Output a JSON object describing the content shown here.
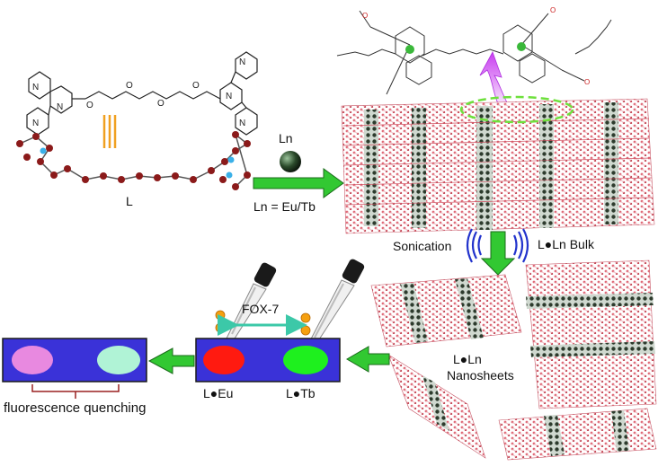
{
  "ligand": {
    "label": "L"
  },
  "metal": {
    "symbol": "Ln",
    "note": "Ln = Eu/Tb"
  },
  "bulk": {
    "label": "L●Ln Bulk"
  },
  "sonication": {
    "label": "Sonication"
  },
  "nanosheets": {
    "line1": "L●Ln",
    "line2": "Nanosheets"
  },
  "analyte": {
    "label": "FOX-7"
  },
  "strip": {
    "left_label": "L●Eu",
    "right_label": "L●Tb"
  },
  "result": {
    "label": "fluorescence quenching"
  },
  "colors": {
    "strip_fill": "#3a32d8",
    "eu_spot": "#ff1a10",
    "tb_spot": "#1ef01e",
    "quenched_eu": "#e889e0",
    "quenched_tb": "#b0f3d6",
    "arrow_green": "#32c832",
    "sheet_pink": "#e06a78",
    "node_dark": "#2d3b2d",
    "purple_arrow": "#c83cf0",
    "sonic_blue": "#2233cc"
  }
}
